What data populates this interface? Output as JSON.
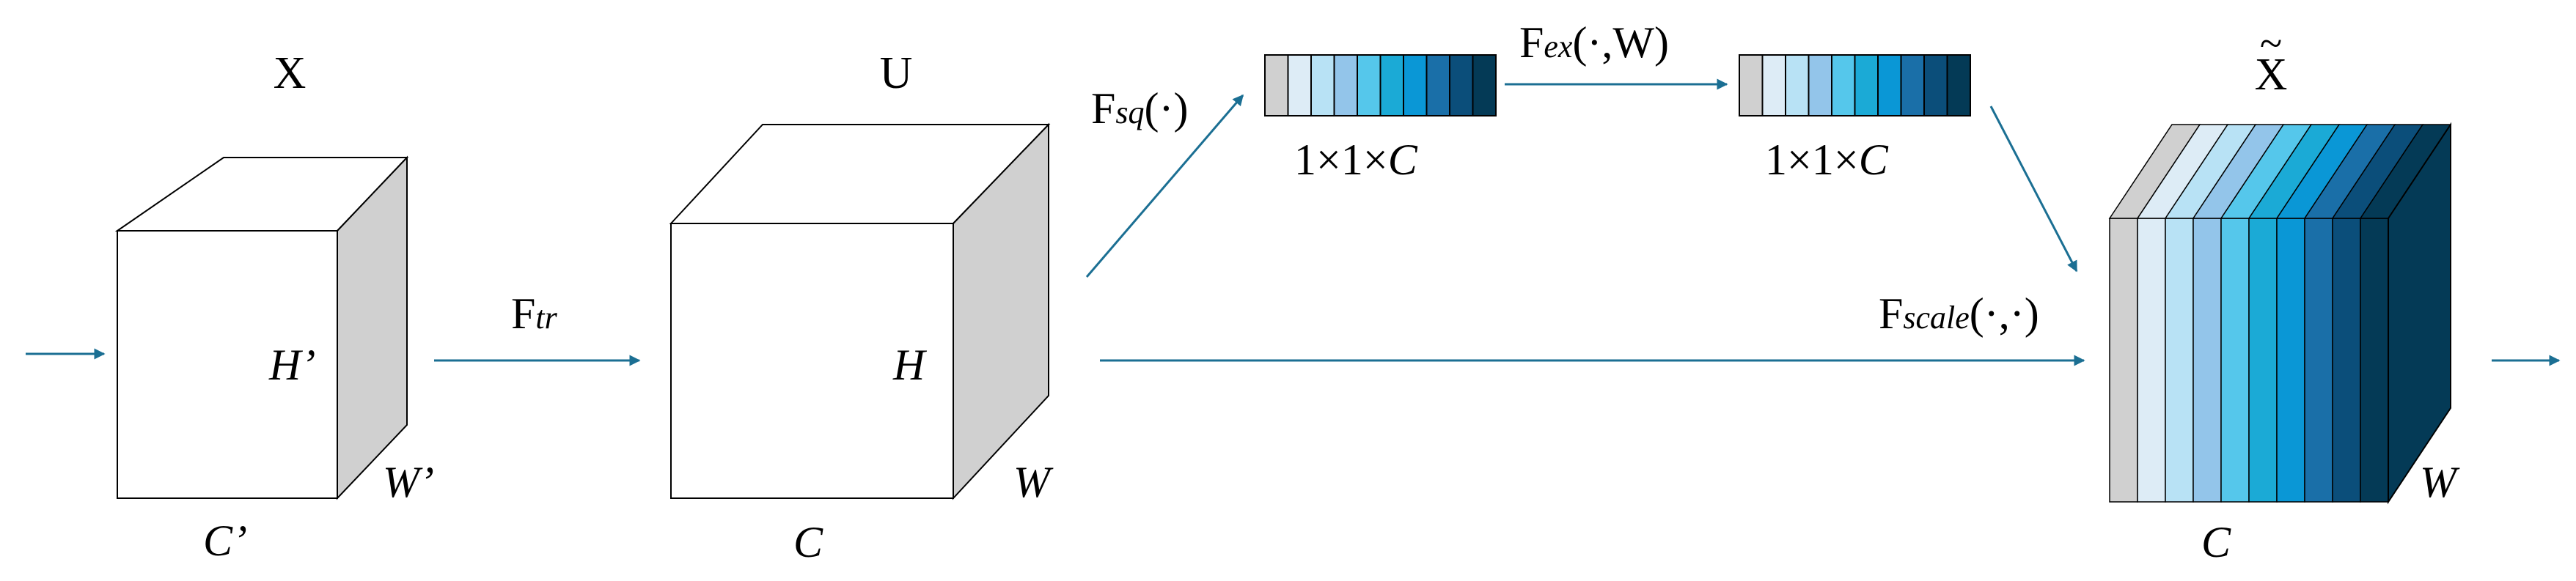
{
  "colors": {
    "arrow": "#1b6f93",
    "face_front": "#ffffff",
    "face_top": "#ffffff",
    "face_side": "#d0d0d0",
    "outline": "#000000",
    "channels": [
      "#d0d0d0",
      "#ddecf6",
      "#b8e2f5",
      "#93c5ea",
      "#55c7eb",
      "#1baad6",
      "#0a97d6",
      "#1a6fa8",
      "#0b4e7a",
      "#043a56"
    ]
  },
  "labels": {
    "x_title": "X",
    "u_title": "U",
    "x_tilde_title": "X",
    "x_tilde_mark": "~",
    "x_height": "H’",
    "x_width": "W’",
    "x_channels": "C’",
    "u_height": "H",
    "u_width": "W",
    "u_channels": "C",
    "out_width": "W",
    "out_channels": "C",
    "ftr_main": "F",
    "ftr_sub": "tr",
    "fsq_main": "F",
    "fsq_sub": "sq",
    "fsq_args": "(·)",
    "fex_main": "F",
    "fex_sub": "ex",
    "fex_args": "(·,W)",
    "fscale_main": "F",
    "fscale_sub": "scale",
    "fscale_args": "(·,·)",
    "vec1_size_pre": "1×1×",
    "vec1_size_c": "C",
    "vec2_size_pre": "1×1×",
    "vec2_size_c": "C"
  }
}
